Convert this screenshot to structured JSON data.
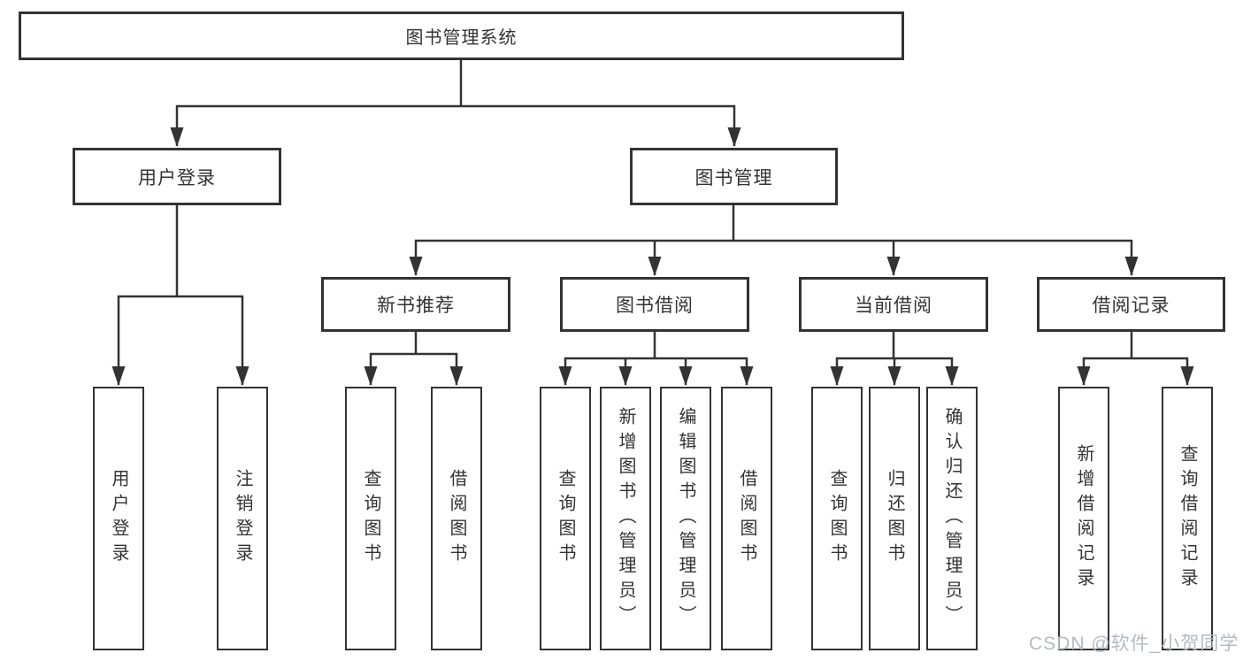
{
  "diagram": {
    "root": {
      "label": "图书管理系统"
    },
    "branches": [
      {
        "label": "用户登录",
        "children": [
          {
            "label": "用户登录"
          },
          {
            "label": "注销登录"
          }
        ]
      },
      {
        "label": "图书管理",
        "children": [
          {
            "label": "新书推荐",
            "children": [
              {
                "label": "查询图书"
              },
              {
                "label": "借阅图书"
              }
            ]
          },
          {
            "label": "图书借阅",
            "children": [
              {
                "label": "查询图书"
              },
              {
                "label": "新增图书（管理员）"
              },
              {
                "label": "编辑图书（管理员）"
              },
              {
                "label": "借阅图书"
              }
            ]
          },
          {
            "label": "当前借阅",
            "children": [
              {
                "label": "查询图书"
              },
              {
                "label": "归还图书"
              },
              {
                "label": "确认归还（管理员）"
              }
            ]
          },
          {
            "label": "借阅记录",
            "children": [
              {
                "label": "新增借阅记录"
              },
              {
                "label": "查询借阅记录"
              }
            ]
          }
        ]
      }
    ]
  },
  "watermark": {
    "text": "CSDN @软件_小贺同学"
  },
  "colors": {
    "line": "#333333",
    "box_border": "#333333",
    "text": "#333333",
    "watermark": "#b4bac0",
    "background": "#ffffff"
  }
}
